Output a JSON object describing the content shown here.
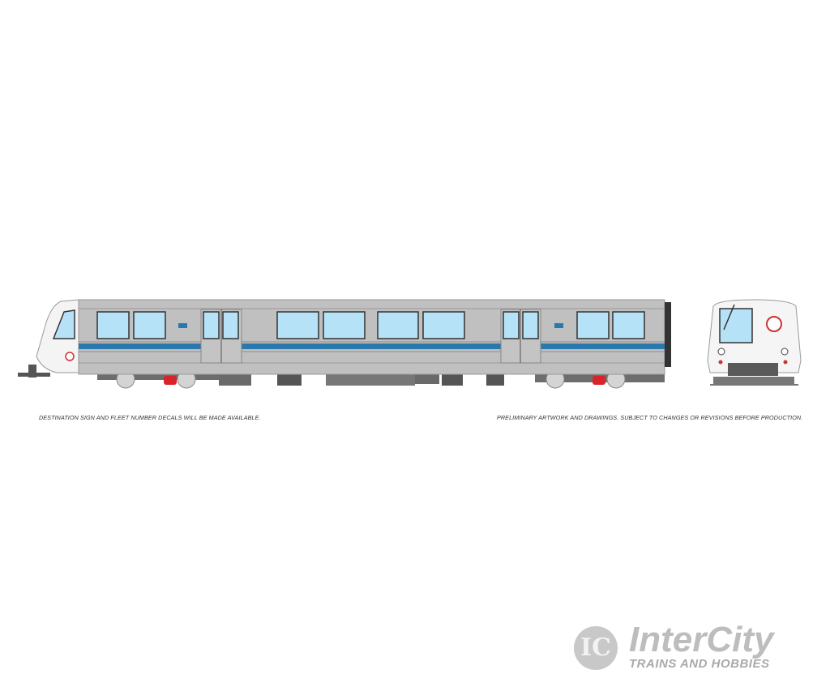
{
  "notes": {
    "left": "DESTINATION SIGN AND FLEET NUMBER DECALS WILL BE MADE AVAILABLE.",
    "right": "PRELIMINARY ARTWORK AND DRAWINGS. SUBJECT TO CHANGES OR REVISIONS BEFORE PRODUCTION."
  },
  "logo": {
    "monogram": "IC",
    "name": "InterCity",
    "tagline": "TRAINS AND HOBBIES"
  },
  "colors": {
    "body": "#bfbfbf",
    "window": "#b5e2f7",
    "stripe": "#2a79ac",
    "coupler": "#d8232a"
  }
}
